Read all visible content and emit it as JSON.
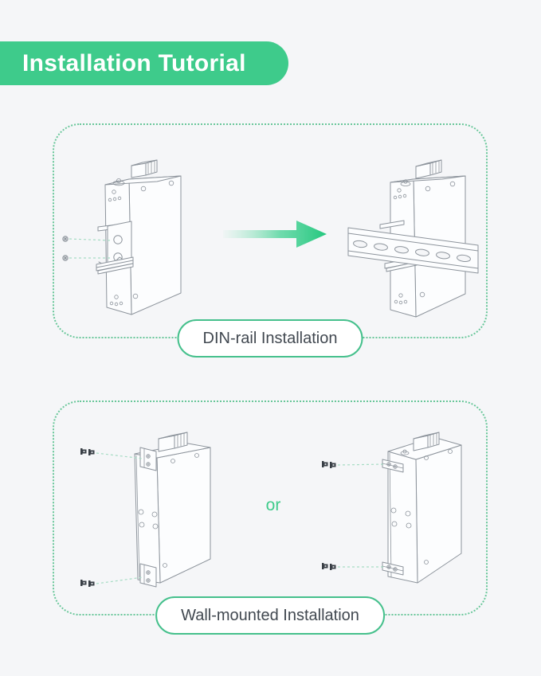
{
  "header": {
    "title": "Installation Tutorial"
  },
  "sections": [
    {
      "id": "din-rail",
      "caption": "DIN-rail Installation",
      "illustrations": [
        "device-with-din-clip",
        "device-mounted-on-din-rail"
      ],
      "connector_icon": "arrow-right-icon"
    },
    {
      "id": "wall-mount",
      "caption": "Wall-mounted Installation",
      "separator_text": "or",
      "illustrations": [
        "device-with-top-bottom-brackets",
        "device-with-side-brackets"
      ]
    }
  ],
  "icons": {
    "screw": "screw-icon",
    "arrow": "arrow-right-icon",
    "din_rail": "din-rail",
    "device": "device-chassis"
  },
  "colors": {
    "page_background": "#f5f6f8",
    "accent_green": "#3ecb8b",
    "panel_dotted_border": "#69c79a",
    "pill_border": "#45c08c",
    "pill_text": "#414850",
    "line_art": "#8d949c",
    "leader_dash": "#a6dcc4",
    "arrow_head": "#24c77e",
    "screw_dark": "#383e45"
  }
}
